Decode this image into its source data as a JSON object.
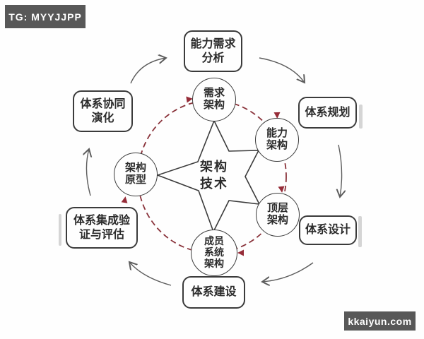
{
  "badges": {
    "telegram": "TG: MYYJJPP",
    "watermark": "kkaiyun.com"
  },
  "diagram": {
    "center_star": {
      "label": "架构\n技术"
    },
    "inner_circles": [
      {
        "id": "requirements-architecture",
        "label": "需求\n架构"
      },
      {
        "id": "capability-architecture",
        "label": "能力\n架构"
      },
      {
        "id": "top-level-architecture",
        "label": "顶层\n架构"
      },
      {
        "id": "member-systems-architecture",
        "label": "成员\n系统\n架构"
      },
      {
        "id": "architecture-prototype",
        "label": "架构\n原型"
      }
    ],
    "outer_boxes": [
      {
        "id": "capability-requirements-analysis",
        "label": "能力需求\n分析"
      },
      {
        "id": "system-planning",
        "label": "体系规划"
      },
      {
        "id": "system-design",
        "label": "体系设计"
      },
      {
        "id": "system-construction",
        "label": "体系建设"
      },
      {
        "id": "system-integration-verification-evaluation",
        "label": "体系集成验\n证与评估"
      },
      {
        "id": "system-collaborative-evolution",
        "label": "体系协同\n演化"
      }
    ],
    "colors": {
      "dashed_ring": "#8a333b",
      "red_arrowhead": "#962c38",
      "shape_stroke": "#3b3b3b",
      "gray_arrow": "#5c5c5c",
      "badge_background": "#585858"
    }
  }
}
